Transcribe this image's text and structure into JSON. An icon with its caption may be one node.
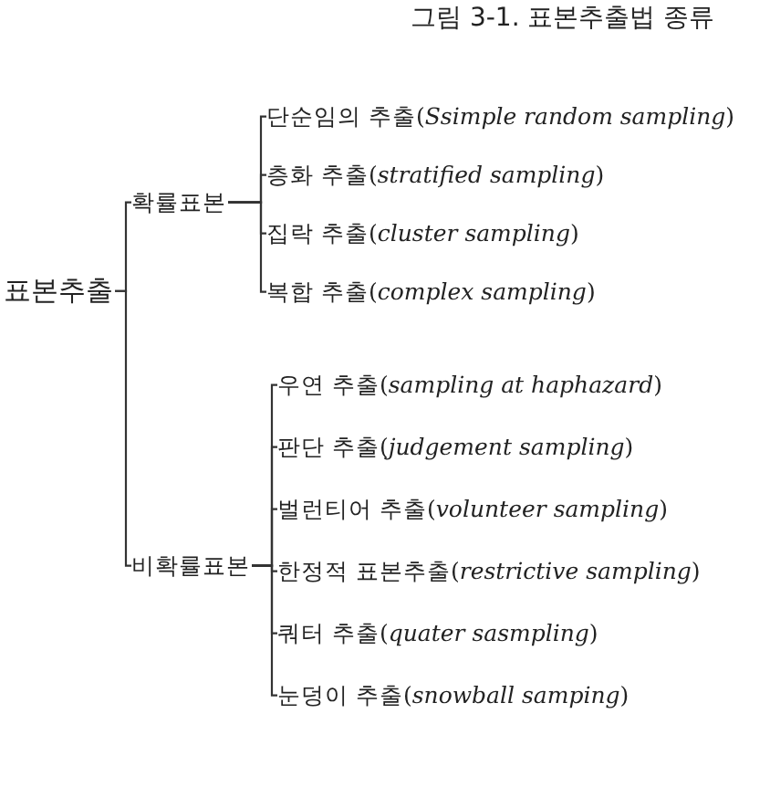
{
  "diagram": {
    "title": "그림 3-1. 표본추출법 종류",
    "nodes": [
      {
        "text": [
          "표본추출"
        ]
      },
      {
        "text": [
          "확률표본"
        ]
      },
      {
        "text": [
          "단순임의 추출(*Ssimple random sampling*)"
        ]
      },
      {
        "text": [
          "층화 추출(*stratified sampling*)"
        ]
      },
      {
        "text": [
          "집락 추출(*cluster sampling*)"
        ]
      },
      {
        "text": [
          "복합 추출(*complex sampling*)"
        ]
      },
      {
        "text": [
          "비확률표본"
        ]
      },
      {
        "text": [
          "우연 추출(*sampling at haphazard*)"
        ]
      },
      {
        "text": [
          "판단 추출(*judgement sampling*)"
        ]
      },
      {
        "text": [
          "벌런티어 추출(*volunteer sampling*)"
        ]
      },
      {
        "text": [
          "한정적 표본추출(*restrictive sampling*)"
        ]
      },
      {
        "text": [
          "쿼터 추출(*quater sasmpling*)"
        ]
      },
      {
        "text": [
          "눈덩이 추출(*snowball samping*)"
        ]
      }
    ],
    "edges": [
      {
        "from": 0,
        "to": 1,
        "arrow": "none"
      },
      {
        "from": 0,
        "to": 6,
        "arrow": "none"
      },
      {
        "from": 1,
        "to": 2,
        "arrow": "none"
      },
      {
        "from": 1,
        "to": 3,
        "arrow": "none"
      },
      {
        "from": 1,
        "to": 4,
        "arrow": "none"
      },
      {
        "from": 1,
        "to": 5,
        "arrow": "none"
      },
      {
        "from": 6,
        "to": 7,
        "arrow": "none"
      },
      {
        "from": 6,
        "to": 8,
        "arrow": "none"
      },
      {
        "from": 6,
        "to": 9,
        "arrow": "none"
      },
      {
        "from": 6,
        "to": 10,
        "arrow": "none"
      },
      {
        "from": 6,
        "to": 11,
        "arrow": "none"
      },
      {
        "from": 6,
        "to": 12,
        "arrow": "none"
      }
    ]
  }
}
